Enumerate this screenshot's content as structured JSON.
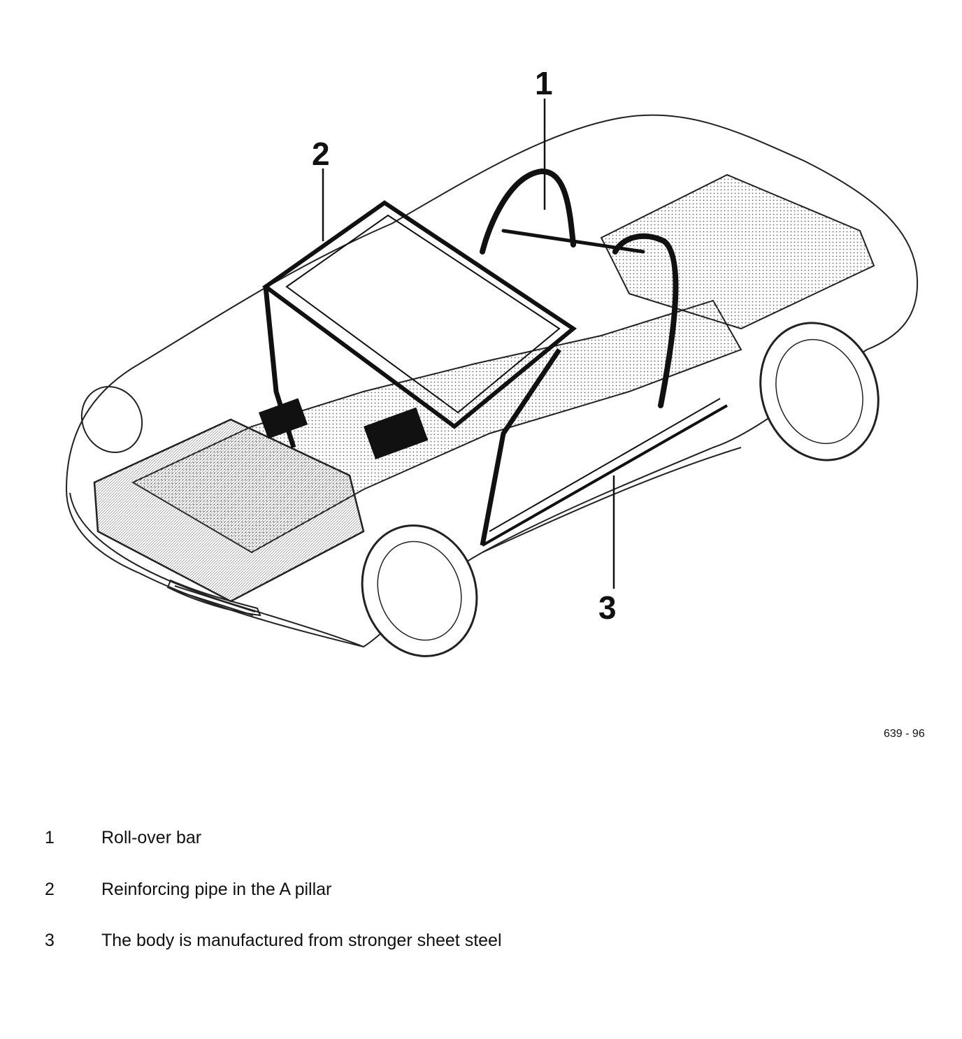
{
  "callouts": {
    "c1": "1",
    "c2": "2",
    "c3": "3"
  },
  "figure_ref": "639 - 96",
  "legend": [
    {
      "number": "1",
      "text": "Roll-over bar"
    },
    {
      "number": "2",
      "text": "Reinforcing pipe in the A pillar"
    },
    {
      "number": "3",
      "text": "The body is manufactured from stronger sheet steel"
    }
  ],
  "colors": {
    "ink": "#111111",
    "paper": "#ffffff"
  }
}
